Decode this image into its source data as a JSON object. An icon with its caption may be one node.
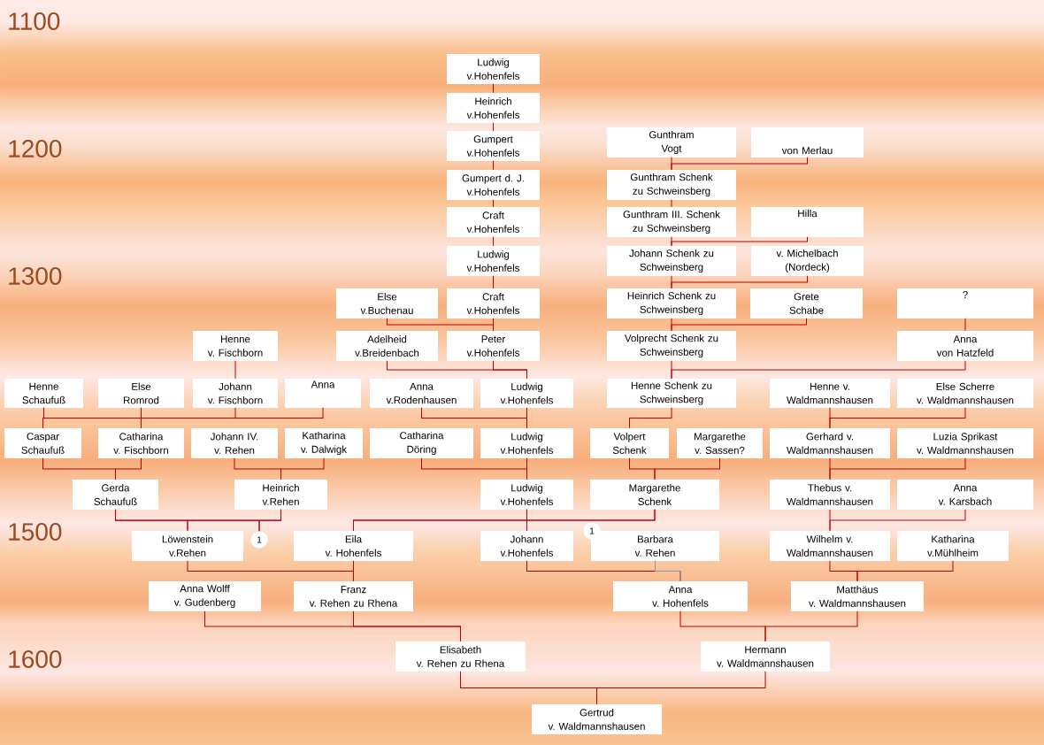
{
  "diagram": {
    "nodes": [
      {
        "text": [
          "Ludwig v.Hohenfels"
        ]
      },
      {
        "text": [
          "Heinrich v.Hohenfels"
        ]
      },
      {
        "text": [
          "Gumpert v.Hohenfels"
        ]
      },
      {
        "text": [
          "Gunthram Vogt"
        ]
      },
      {
        "text": [
          "von Merlau"
        ]
      },
      {
        "text": [
          "Gumpert d. J. v.Hohenfels"
        ]
      },
      {
        "text": [
          "Gunthram Schenk zu Schweinsberg"
        ]
      },
      {
        "text": [
          "Craft v.Hohenfels"
        ]
      },
      {
        "text": [
          "Gunthram III. Schenk zu Schweinsberg"
        ]
      },
      {
        "text": [
          "Hilla"
        ]
      },
      {
        "text": [
          "Ludwig v.Hohenfels"
        ]
      },
      {
        "text": [
          "Johann Schenk zu Schweinsberg"
        ]
      },
      {
        "text": [
          "v. Michelbach (Nordeck)"
        ]
      },
      {
        "text": [
          "Else v.Buchenau"
        ]
      },
      {
        "text": [
          "Craft v.Hohenfels"
        ]
      },
      {
        "text": [
          "Heinrich Schenk zu Schweinsberg"
        ]
      },
      {
        "text": [
          "Grete Schabe"
        ]
      },
      {
        "text": [
          "?"
        ]
      },
      {
        "text": [
          "Henne v. Fischborn"
        ]
      },
      {
        "text": [
          "Adelheid v.Breidenbach"
        ]
      },
      {
        "text": [
          "Peter v.Hohenfels"
        ]
      },
      {
        "text": [
          "Volprecht Schenk zu Schweinsberg"
        ]
      },
      {
        "text": [
          "Anna von Hatzfeld"
        ]
      },
      {
        "text": [
          "Henne Schaufuß"
        ]
      },
      {
        "text": [
          "Else Romrod"
        ]
      },
      {
        "text": [
          "Johann v. Fischborn"
        ]
      },
      {
        "text": [
          "Anna"
        ]
      },
      {
        "text": [
          "Anna v.Rodenhausen"
        ]
      },
      {
        "text": [
          "Ludwig v.Hohenfels"
        ]
      },
      {
        "text": [
          "Henne Schenk zu Schweinsberg"
        ]
      },
      {
        "text": [
          "Henne v. Waldmannshausen"
        ]
      },
      {
        "text": [
          "Else Scherre v. Waldmannshausen"
        ]
      },
      {
        "text": [
          "Caspar Schaufuß"
        ]
      },
      {
        "text": [
          "Catharina v. Fischborn"
        ]
      },
      {
        "text": [
          "Johann IV. v. Rehen"
        ]
      },
      {
        "text": [
          "Katharina v. Dalwigk"
        ]
      },
      {
        "text": [
          "Catharina Döring"
        ]
      },
      {
        "text": [
          "Ludwig v.Hohenfels"
        ]
      },
      {
        "text": [
          "Volpert Schenk"
        ]
      },
      {
        "text": [
          "Margarethe v. Sassen?"
        ]
      },
      {
        "text": [
          "Gerhard v. Waldmannshausen"
        ]
      },
      {
        "text": [
          "Luzia Sprikast v. Waldmannshausen"
        ]
      },
      {
        "text": [
          "Gerda Schaufuß"
        ]
      },
      {
        "text": [
          "Heinrich v.Rehen"
        ]
      },
      {
        "text": [
          "Ludwig v.Hohenfels"
        ]
      },
      {
        "text": [
          "Margarethe Schenk"
        ]
      },
      {
        "text": [
          "Thebus v. Waldmannshausen"
        ]
      },
      {
        "text": [
          "Anna v. Karsbach"
        ]
      },
      {
        "text": [
          "Löwenstein v.Rehen"
        ]
      },
      {
        "text": [
          "1"
        ]
      },
      {
        "text": [
          "Eila v. Hohenfels"
        ]
      },
      {
        "text": [
          "Johann v.Hohenfels"
        ]
      },
      {
        "text": [
          "1"
        ]
      },
      {
        "text": [
          "Barbara v. Rehen"
        ]
      },
      {
        "text": [
          "Wilhelm v. Waldmannshausen"
        ]
      },
      {
        "text": [
          "Katharina v.Mühlheim"
        ]
      },
      {
        "text": [
          "Anna Wolff v. Gudenberg"
        ]
      },
      {
        "text": [
          "Franz v. Rehen zu Rhena"
        ]
      },
      {
        "text": [
          "Anna v. Hohenfels"
        ]
      },
      {
        "text": [
          "Matthäus v. Waldmannshausen"
        ]
      },
      {
        "text": [
          "Elisabeth v. Rehen zu Rhena"
        ]
      },
      {
        "text": [
          "Hermann v. Waldmannshausen"
        ]
      },
      {
        "text": [
          "Gertrud v. Waldmannshausen"
        ]
      }
    ],
    "edges": [
      {
        "from": 0,
        "to": 1,
        "arrow": "none"
      },
      {
        "from": 1,
        "to": 2,
        "arrow": "none"
      },
      {
        "from": 2,
        "to": 5,
        "arrow": "none"
      },
      {
        "from": 5,
        "to": 7,
        "arrow": "none"
      },
      {
        "from": 7,
        "to": 10,
        "arrow": "none"
      },
      {
        "from": 10,
        "to": 14,
        "arrow": "none"
      },
      {
        "from": 13,
        "to": 20,
        "arrow": "none"
      },
      {
        "from": 14,
        "to": 20,
        "arrow": "none"
      },
      {
        "from": 3,
        "to": 6,
        "arrow": "none"
      },
      {
        "from": 4,
        "to": 6,
        "arrow": "none"
      },
      {
        "from": 6,
        "to": 8,
        "arrow": "none"
      },
      {
        "from": 8,
        "to": 11,
        "arrow": "none"
      },
      {
        "from": 9,
        "to": 11,
        "arrow": "none"
      },
      {
        "from": 11,
        "to": 15,
        "arrow": "none"
      },
      {
        "from": 12,
        "to": 15,
        "arrow": "none"
      },
      {
        "from": 15,
        "to": 21,
        "arrow": "none"
      },
      {
        "from": 16,
        "to": 21,
        "arrow": "none"
      },
      {
        "from": 17,
        "to": 22,
        "arrow": "none"
      },
      {
        "from": 18,
        "to": 25,
        "arrow": "none"
      },
      {
        "from": 19,
        "to": 28,
        "arrow": "none"
      },
      {
        "from": 20,
        "to": 28,
        "arrow": "none"
      },
      {
        "from": 21,
        "to": 29,
        "arrow": "none"
      },
      {
        "from": 22,
        "to": 29,
        "arrow": "none"
      },
      {
        "from": 23,
        "to": 32,
        "arrow": "none"
      },
      {
        "from": 24,
        "to": 32,
        "arrow": "none"
      },
      {
        "from": 25,
        "to": 33,
        "arrow": "none"
      },
      {
        "from": 26,
        "to": 33,
        "arrow": "none"
      },
      {
        "from": 27,
        "to": 37,
        "arrow": "none"
      },
      {
        "from": 28,
        "to": 37,
        "arrow": "none"
      },
      {
        "from": 29,
        "to": 38,
        "arrow": "none"
      },
      {
        "from": 30,
        "to": 40,
        "arrow": "none"
      },
      {
        "from": 31,
        "to": 40,
        "arrow": "none"
      },
      {
        "from": 32,
        "to": 42,
        "arrow": "none"
      },
      {
        "from": 33,
        "to": 42,
        "arrow": "none"
      },
      {
        "from": 34,
        "to": 43,
        "arrow": "none"
      },
      {
        "from": 35,
        "to": 43,
        "arrow": "none"
      },
      {
        "from": 36,
        "to": 44,
        "arrow": "none"
      },
      {
        "from": 37,
        "to": 44,
        "arrow": "none"
      },
      {
        "from": 38,
        "to": 45,
        "arrow": "none"
      },
      {
        "from": 39,
        "to": 45,
        "arrow": "none"
      },
      {
        "from": 40,
        "to": 46,
        "arrow": "none"
      },
      {
        "from": 41,
        "to": 46,
        "arrow": "none"
      },
      {
        "from": 42,
        "to": 48,
        "arrow": "none"
      },
      {
        "from": 43,
        "to": 48,
        "arrow": "none"
      },
      {
        "from": 42,
        "to": 49,
        "arrow": "none"
      },
      {
        "from": 43,
        "to": 49,
        "arrow": "none"
      },
      {
        "from": 44,
        "to": 50,
        "arrow": "none"
      },
      {
        "from": 45,
        "to": 50,
        "arrow": "none"
      },
      {
        "from": 44,
        "to": 51,
        "arrow": "none"
      },
      {
        "from": 45,
        "to": 51,
        "arrow": "none"
      },
      {
        "from": 46,
        "to": 54,
        "arrow": "none"
      },
      {
        "from": 47,
        "to": 54,
        "arrow": "none"
      },
      {
        "from": 48,
        "to": 57,
        "arrow": "none"
      },
      {
        "from": 50,
        "to": 57,
        "arrow": "none"
      },
      {
        "from": 51,
        "to": 58,
        "arrow": "none"
      },
      {
        "from": 53,
        "to": 58,
        "arrow": "none",
        "color": "#8497b0"
      },
      {
        "from": 54,
        "to": 59,
        "arrow": "none"
      },
      {
        "from": 55,
        "to": 59,
        "arrow": "none"
      },
      {
        "from": 56,
        "to": 60,
        "arrow": "none"
      },
      {
        "from": 57,
        "to": 60,
        "arrow": "none"
      },
      {
        "from": 58,
        "to": 61,
        "arrow": "none"
      },
      {
        "from": 59,
        "to": 61,
        "arrow": "none"
      },
      {
        "from": 60,
        "to": 62,
        "arrow": "none"
      },
      {
        "from": 61,
        "to": 62,
        "arrow": "none"
      }
    ],
    "labels": [
      "1100",
      "1200",
      "1300",
      "1500",
      "1600"
    ]
  }
}
